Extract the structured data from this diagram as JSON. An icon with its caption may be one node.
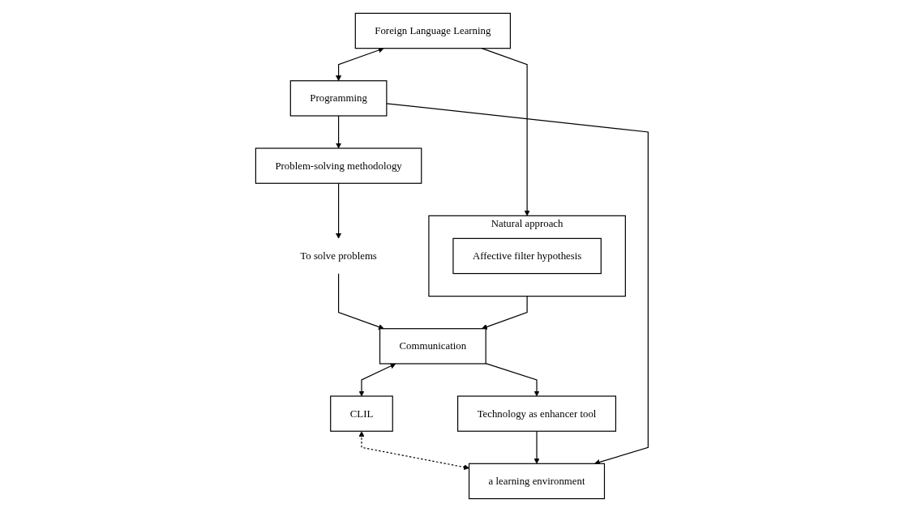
{
  "diagram": {
    "nodes": [
      {
        "text": [
          "Foreign Language Learning"
        ]
      },
      {
        "text": [
          "Programming"
        ]
      },
      {
        "text": [
          "Problem-solving methodology"
        ]
      },
      {
        "text": [
          "To solve problems"
        ]
      },
      {
        "text": [
          "Communication"
        ]
      },
      {
        "text": [
          "CLIL"
        ]
      },
      {
        "text": [
          "Natural approach"
        ]
      },
      {
        "text": [
          "Affective filter hypothesis"
        ],
        "in": 6
      },
      {
        "text": [
          "Technology as enhancer tool"
        ]
      },
      {
        "text": [
          "a learning environment"
        ]
      }
    ],
    "edges": [
      {
        "from": 0,
        "to": 1,
        "arrow": "both"
      },
      {
        "from": 1,
        "to": 2,
        "arrow": "to"
      },
      {
        "from": 2,
        "to": 3,
        "arrow": "to"
      },
      {
        "from": 3,
        "to": 4,
        "arrow": "to"
      },
      {
        "from": 4,
        "to": 5,
        "arrow": "both"
      },
      {
        "from": 5,
        "to": 9,
        "arrow": "both",
        "style": "dashed"
      },
      {
        "from": 0,
        "to": 6,
        "arrow": "to"
      },
      {
        "from": 6,
        "to": 4,
        "arrow": "to"
      },
      {
        "from": 4,
        "to": 8,
        "arrow": "to"
      },
      {
        "from": 8,
        "to": 9,
        "arrow": "to"
      },
      {
        "from": 1,
        "to": 9,
        "arrow": "to"
      }
    ]
  }
}
